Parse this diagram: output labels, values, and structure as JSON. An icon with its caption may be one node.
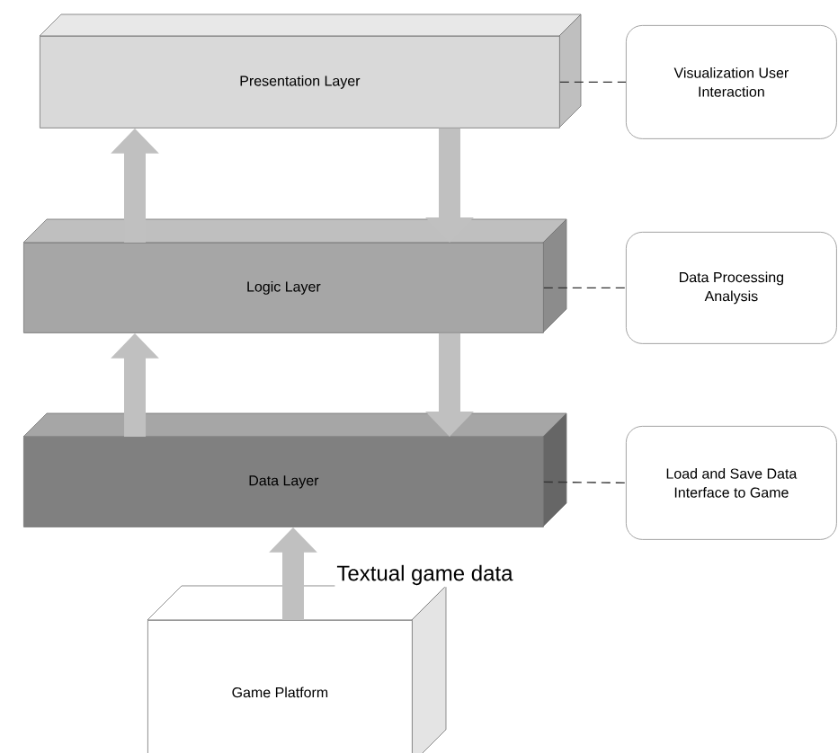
{
  "diagram": {
    "nodes": [
      {
        "text": [
          "Presentation Layer"
        ]
      },
      {
        "text": [
          "Logic Layer"
        ]
      },
      {
        "text": [
          "Data Layer"
        ]
      },
      {
        "text": [
          "Game Platform"
        ]
      },
      {
        "text": [
          "Visualization User Interaction"
        ]
      },
      {
        "text": [
          "Data Processing Analysis"
        ]
      },
      {
        "text": [
          "Load and Save Data Interface to Game"
        ]
      }
    ],
    "edges": [
      {
        "from": 1,
        "to": 0,
        "arrow": "to"
      },
      {
        "from": 0,
        "to": 1,
        "arrow": "to"
      },
      {
        "from": 2,
        "to": 1,
        "arrow": "to"
      },
      {
        "from": 1,
        "to": 2,
        "arrow": "to"
      },
      {
        "from": 3,
        "to": 2,
        "arrow": "to",
        "label": "Textual game data"
      },
      {
        "from": 0,
        "to": 4,
        "arrow": "none",
        "style": "dashed",
        "color": "#333333"
      },
      {
        "from": 1,
        "to": 5,
        "arrow": "none",
        "style": "dashed",
        "color": "#333333"
      },
      {
        "from": 2,
        "to": 6,
        "arrow": "none",
        "style": "dashed",
        "color": "#333333"
      }
    ]
  }
}
